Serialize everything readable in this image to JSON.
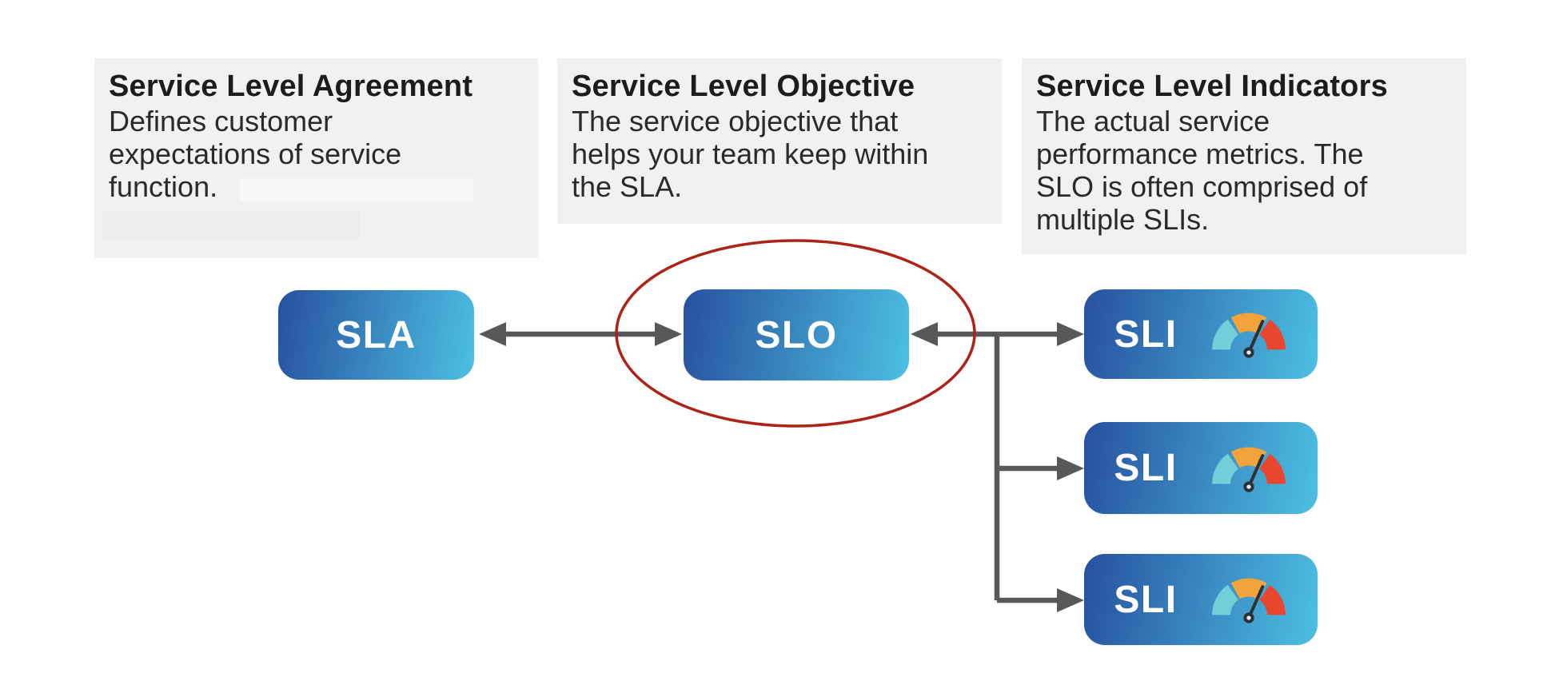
{
  "panels": [
    {
      "title": "Service Level Agreement",
      "lines": [
        "Defines customer",
        "expectations of service",
        "function."
      ]
    },
    {
      "title": "Service Level Objective",
      "lines": [
        "The service objective that",
        "helps your team keep within",
        "the SLA."
      ]
    },
    {
      "title": "Service Level Indicators",
      "lines": [
        "The actual service",
        "performance metrics. The",
        "SLO is often comprised of",
        "multiple SLIs."
      ]
    }
  ],
  "nodes": {
    "sla": {
      "label": "SLA"
    },
    "slo": {
      "label": "SLO"
    },
    "sli": [
      {
        "label": "SLI"
      },
      {
        "label": "SLI"
      },
      {
        "label": "SLI"
      }
    ]
  },
  "icons": {
    "sli_badge": "gauge-icon"
  },
  "colors": {
    "panel_bg": "#f2f1f1",
    "node_gradient_start": "#27509e",
    "node_gradient_end": "#4cc0e2",
    "node_text": "#ffffff",
    "arrow": "#58585a",
    "highlight_ellipse": "#ae2318",
    "gauge_teal": "#72cfd9",
    "gauge_orange": "#f2a33c",
    "gauge_red": "#e8462e",
    "gauge_needle": "#2e3033"
  }
}
